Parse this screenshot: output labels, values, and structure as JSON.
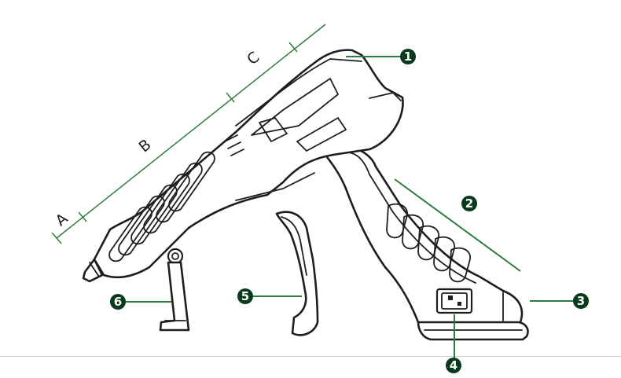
{
  "colors": {
    "accent": "#2e7d3f",
    "callout_fill": "#0a3a1c",
    "outline": "#1e1e1e",
    "floor_line": "#d0d0d0"
  },
  "segments": [
    {
      "id": "A",
      "label": "A"
    },
    {
      "id": "B",
      "label": "B"
    },
    {
      "id": "C",
      "label": "C"
    }
  ],
  "callouts": [
    {
      "id": 1,
      "label": "1"
    },
    {
      "id": 2,
      "label": "2"
    },
    {
      "id": 3,
      "label": "3"
    },
    {
      "id": 4,
      "label": "4"
    },
    {
      "id": 5,
      "label": "5"
    },
    {
      "id": 6,
      "label": "6"
    }
  ]
}
